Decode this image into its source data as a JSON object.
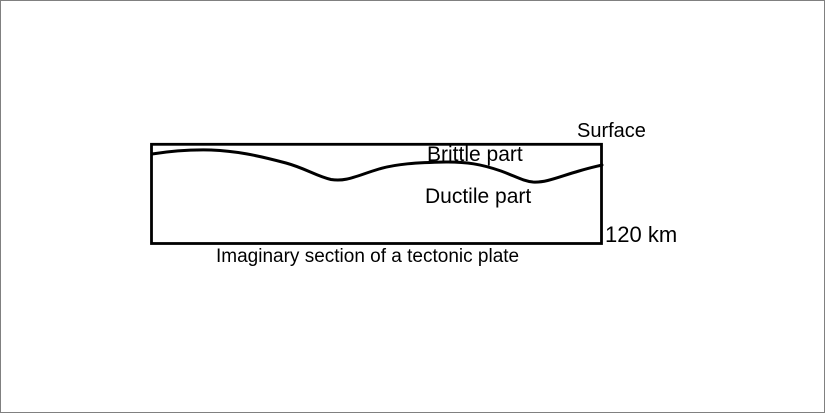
{
  "diagram": {
    "labels": {
      "surface": "Surface",
      "brittle": "Brittle part",
      "ductile": "Ductile part",
      "depth": "120 km",
      "caption": "Imaginary section of a tectonic plate"
    },
    "regions": [
      {
        "name": "Brittle part",
        "position": "upper layer of plate, above wavy boundary"
      },
      {
        "name": "Ductile part",
        "position": "lower layer of plate, below wavy boundary"
      }
    ],
    "depth_of_plate": "120 km",
    "colors": {
      "line": "#000000",
      "background": "#ffffff",
      "frame": "#808080"
    }
  }
}
